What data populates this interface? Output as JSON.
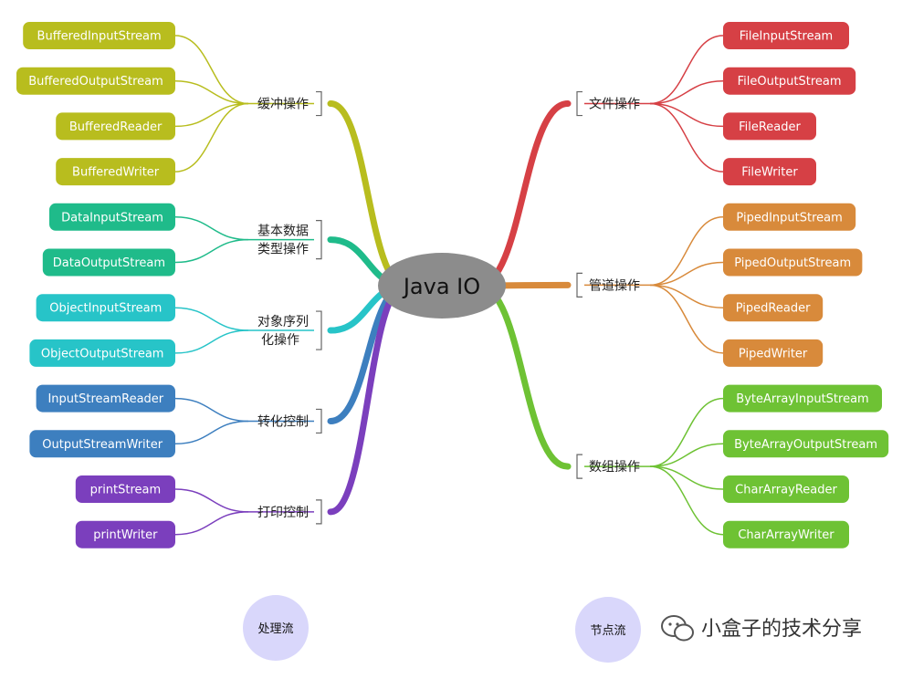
{
  "center": {
    "label": "Java IO",
    "color": "#8c8c8c"
  },
  "footer": {
    "left_label": "处理流",
    "right_label": "节点流",
    "bubble_color": "#d9d7fb",
    "watermark": "小盒子的技术分享"
  },
  "left_categories": [
    {
      "label_lines": [
        "缓冲操作"
      ],
      "color": "#b8bd1e",
      "items": [
        "BufferedInputStream",
        "BufferedOutputStream",
        "BufferedReader",
        "BufferedWriter"
      ]
    },
    {
      "label_lines": [
        "基本数据",
        "类型操作"
      ],
      "color": "#1fbb8a",
      "items": [
        "DataInputStream",
        "DataOutputStream"
      ]
    },
    {
      "label_lines": [
        "对象序列",
        "化操作"
      ],
      "color": "#27c4c8",
      "items": [
        "ObjectInputStream",
        "ObjectOutputStream"
      ]
    },
    {
      "label_lines": [
        "转化控制"
      ],
      "color": "#3d7fbf",
      "items": [
        "InputStreamReader",
        "OutputStreamWriter"
      ]
    },
    {
      "label_lines": [
        "打印控制"
      ],
      "color": "#7b3fbd",
      "items": [
        "printStream",
        "printWriter"
      ]
    }
  ],
  "right_categories": [
    {
      "label_lines": [
        "文件操作"
      ],
      "color": "#d64045",
      "items": [
        "FileInputStream",
        "FileOutputStream",
        "FileReader",
        "FileWriter"
      ]
    },
    {
      "label_lines": [
        "管道操作"
      ],
      "color": "#d88a3b",
      "items": [
        "PipedInputStream",
        "PipedOutputStream",
        "PipedReader",
        "PipedWriter"
      ]
    },
    {
      "label_lines": [
        "数组操作"
      ],
      "color": "#6ec234",
      "items": [
        "ByteArrayInputStream",
        "ByteArrayOutputStream",
        "CharArrayReader",
        "CharArrayWriter"
      ]
    }
  ]
}
